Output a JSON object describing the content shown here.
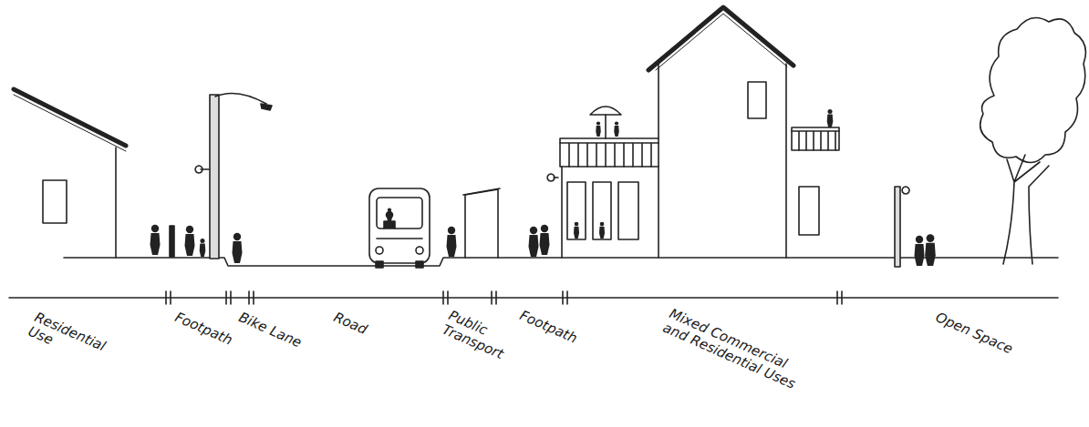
{
  "diagram": {
    "labels": [
      "Residential Use",
      "Footpath",
      "Bike Lane",
      "Road",
      "Public Transport",
      "Footpath",
      "Mixed Commercial and Residential Uses",
      "Open Space"
    ]
  }
}
